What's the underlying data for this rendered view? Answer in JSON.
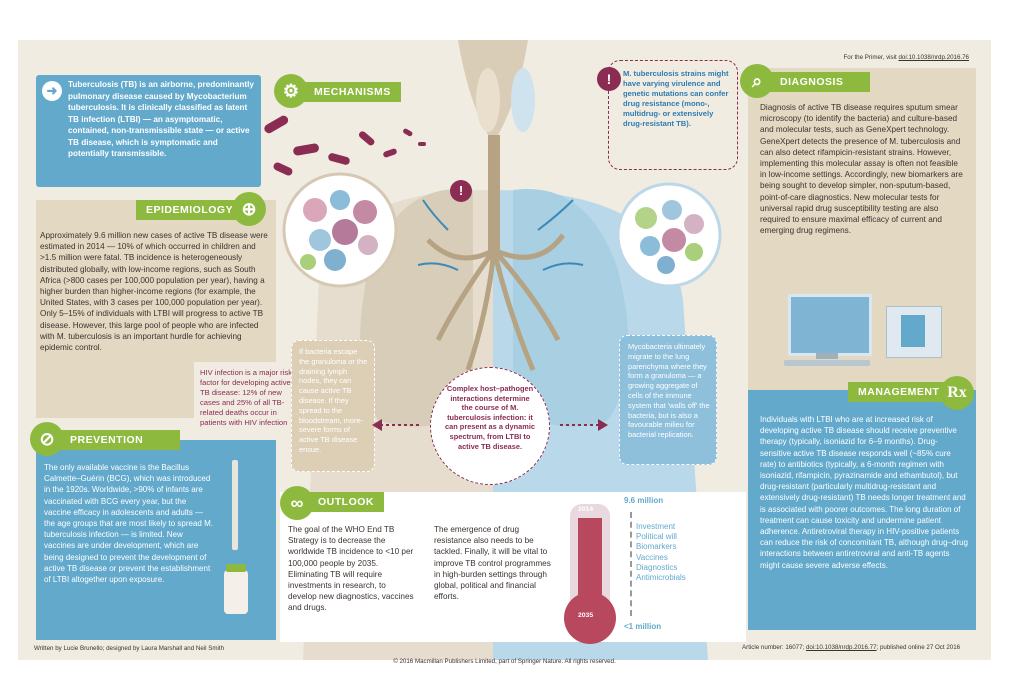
{
  "primer_note": {
    "prefix": "For the Primer, visit ",
    "link": "doi:10.1038/nrdp.2016.76"
  },
  "intro": "Tuberculosis (TB) is an airborne, predominantly pulmonary disease caused by Mycobacterium tuberculosis. It is clinically classified as latent TB infection (LTBI) — an asymptomatic, contained, non-transmissible state — or active TB disease, which is symptomatic and potentially transmissible.",
  "mechanisms": {
    "title": "MECHANISMS"
  },
  "warning": {
    "text": "M. tuberculosis strains might have varying virulence and genetic mutations can confer drug resistance (mono-, multidrug- or extensively drug-resistant TB)."
  },
  "diagnosis": {
    "title": "DIAGNOSIS",
    "text": "Diagnosis of active TB disease requires sputum smear microscopy (to identify the bacteria) and culture-based and molecular tests, such as GeneXpert technology. GeneXpert detects the presence of M. tuberculosis and can also detect rifampicin-resistant strains. However, implementing this molecular assay is often not feasible in low-income settings. Accordingly, new biomarkers are being sought to develop simpler, non-sputum-based, point-of-care diagnostics. New molecular tests for universal rapid drug susceptibility testing are also required to ensure maximal efficacy of current and emerging drug regimens."
  },
  "epidemiology": {
    "title": "EPIDEMIOLOGY",
    "text": "Approximately 9.6 million new cases of active TB disease were estimated in 2014 — 10% of which occurred in children and >1.5 million were fatal. TB incidence is heterogeneously distributed globally, with low-income regions, such as South Africa (>800 cases per 100,000 population per year), having a higher burden than higher-income regions (for example, the United States, with 3 cases per 100,000 population per year). Only 5–15% of individuals with LTBI will progress to active TB disease. However, this large pool of people who are infected with M. tuberculosis is an important hurdle for achieving epidemic control.",
    "hiv_note": "HIV infection is a major risk factor for developing active TB disease: 12% of new cases and 25% of all TB-related deaths occur in patients with HIV infection"
  },
  "escape_note": "If bacteria escape the granuloma or the draining lymph nodes, they can cause active TB disease. If they spread to the bloodstream, more-severe forms of active TB disease ensue.",
  "granuloma_note": "Mycobacteria ultimately migrate to the lung parenchyma where they form a granuloma — a growing aggregate of cells of the immune system that 'walls off' the bacteria, but is also a favourable milieu for bacterial replication.",
  "center_note": "Complex host–pathogen interactions determine the course of M. tuberculosis infection: it can present as a dynamic spectrum, from LTBI to active TB disease.",
  "management": {
    "title": "MANAGEMENT",
    "icon_text": "Rx",
    "text": "Individuals with LTBI who are at increased risk of developing active TB disease should receive preventive therapy (typically, isoniazid for 6–9 months). Drug-sensitive active TB disease responds well (~85% cure rate) to antibiotics (typically, a 6-month regimen with isoniazid, rifampicin, pyrazinamide and ethambutol), but drug-resistant (particularly multidrug-resistant and extensively drug-resistant) TB needs longer treatment and is associated with poorer outcomes. The long duration of treatment can cause toxicity and undermine patient adherence. Antiretroviral therapy in HIV-positive patients can reduce the risk of concomitant TB, although drug–drug interactions between antiretroviral and anti-TB agents might cause severe adverse effects."
  },
  "prevention": {
    "title": "PREVENTION",
    "text": "The only available vaccine is the Bacillus Calmette–Guérin (BCG), which was introduced in the 1920s. Worldwide, >90% of infants are vaccinated with BCG every year, but the vaccine efficacy in adolescents and adults — the age groups that are most likely to spread M. tuberculosis infection — is limited. New vaccines are under development, which are being designed to prevent the development of active TB disease or prevent the establishment of LTBI altogether upon exposure."
  },
  "outlook": {
    "title": "OUTLOOK",
    "text1": "The goal of the WHO End TB Strategy is to decrease the worldwide TB incidence to <10 per 100,000 people by 2035. Eliminating TB will require investments in research, to develop new diagnostics, vaccines and drugs.",
    "text2": "The emergence of drug resistance also needs to be tackled. Finally, it will be vital to improve TB control programmes in high-burden settings through global, political and financial efforts."
  },
  "thermometer": {
    "top_year": "2014",
    "bottom_year": "2035",
    "top_value": "9.6 million",
    "bottom_value": "<1 million",
    "levers": [
      "Investment",
      "Political will",
      "Biomarkers",
      "Vaccines",
      "Diagnostics",
      "Antimicrobials"
    ]
  },
  "footer": {
    "credits": "Written by Lucie Brunello; designed by Laura Marshall and Neil Smith",
    "copyright": "© 2016 Macmillan Publishers Limited, part of Springer Nature. All rights reserved.",
    "article_prefix": "Article number: 16077; ",
    "article_doi": "doi:10.1038/nrdp.2016.77",
    "article_suffix": "; published online 27 Oct 2016"
  },
  "colors": {
    "green": "#8dba3e",
    "blue": "#62a9cc",
    "burgundy": "#8b2c53",
    "tan": "#e3d8c2"
  }
}
